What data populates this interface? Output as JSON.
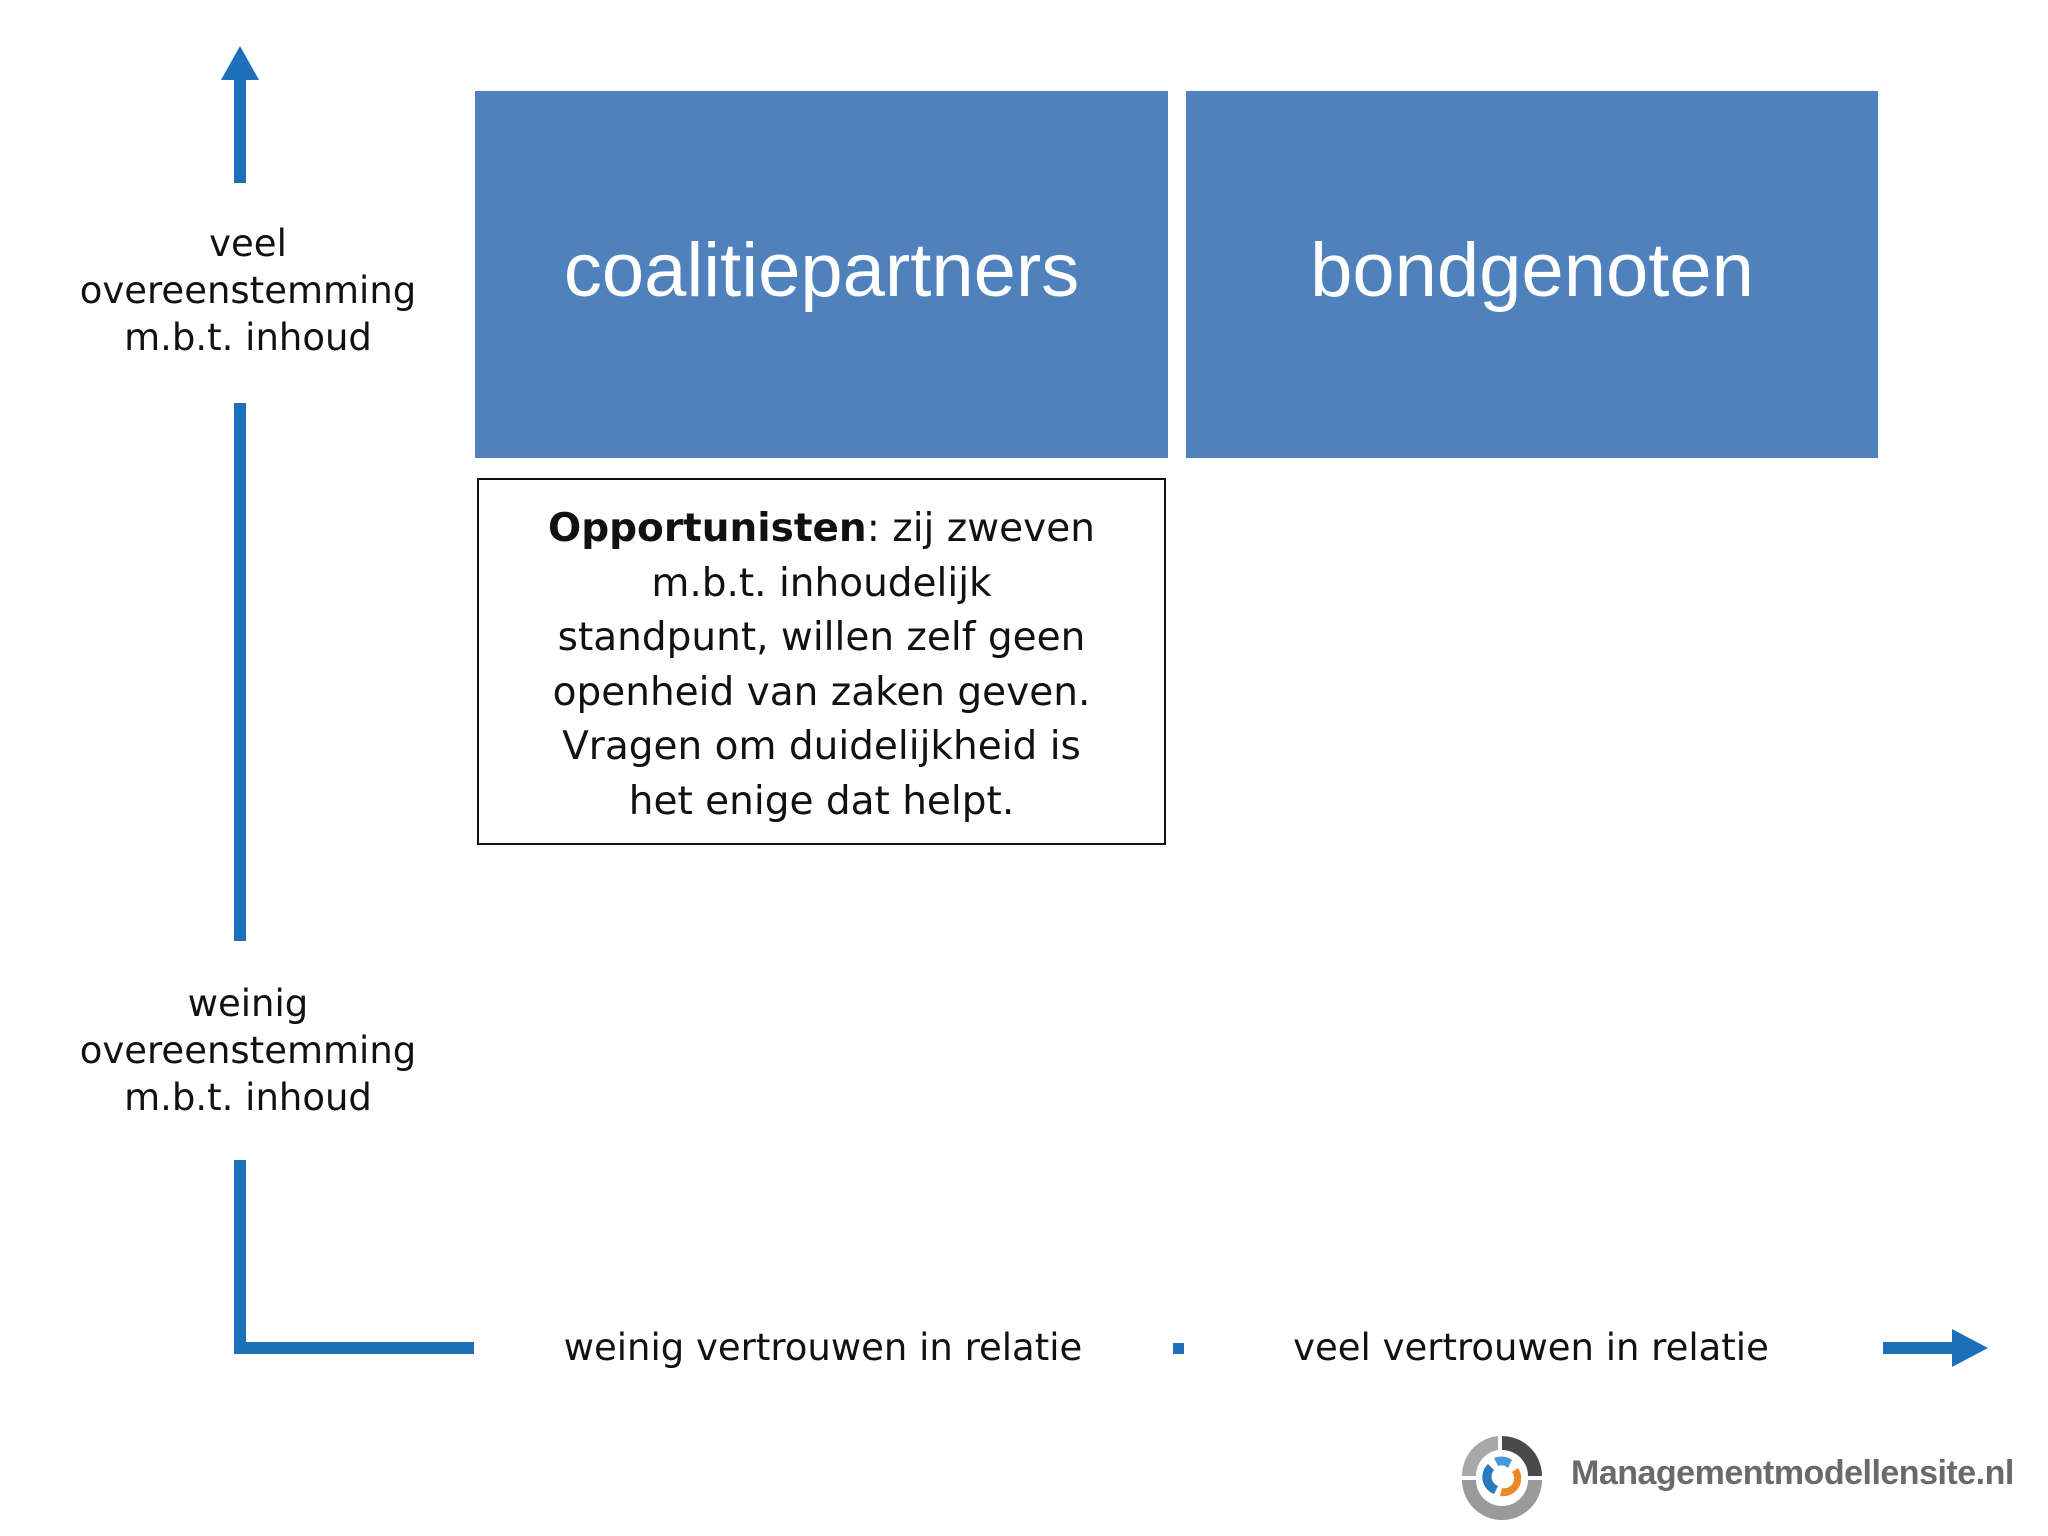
{
  "y_axis": {
    "high_label": [
      "veel",
      "overeenstemming",
      "m.b.t. inhoud"
    ],
    "low_label": [
      "weinig",
      "overeenstemming",
      "m.b.t. inhoud"
    ]
  },
  "x_axis": {
    "low_label": "weinig vertrouwen in relatie",
    "high_label": "veel vertrouwen in relatie"
  },
  "quadrants": {
    "top_left": "coalitiepartners",
    "top_right": "bondgenoten"
  },
  "callout": {
    "title": "Opportunisten",
    "separator": ": ",
    "lines": [
      "zij zweven",
      "m.b.t. inhoudelijk",
      "standpunt, willen zelf geen",
      "openheid van zaken geven.",
      "Vragen om duidelijkheid is",
      "het enige dat helpt."
    ]
  },
  "logo": {
    "text": "Managementmodellensite.nl"
  },
  "colors": {
    "quadrant": "#4f81bd",
    "axis": "#1e6fba",
    "logo_text": "#6a6a6a"
  }
}
